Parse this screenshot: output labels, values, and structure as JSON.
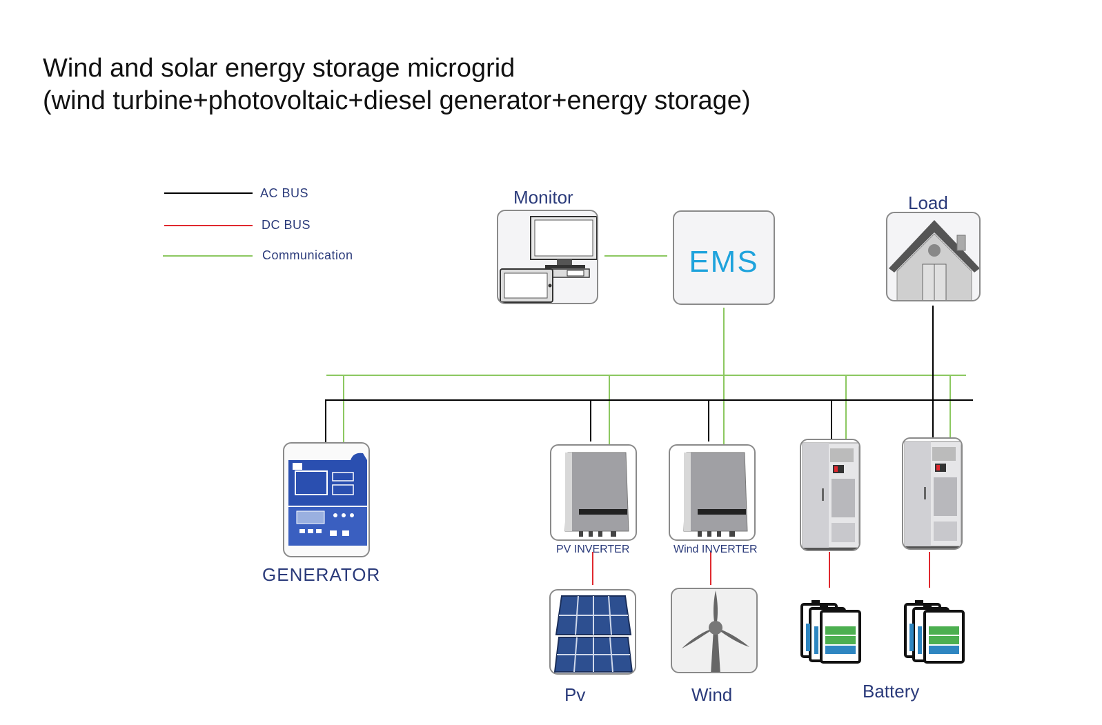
{
  "title": {
    "line1": "Wind and solar energy storage microgrid",
    "line2": "(wind turbine+photovoltaic+diesel generator+energy storage)"
  },
  "legend": {
    "ac_bus": "AC BUS",
    "dc_bus": "DC BUS",
    "communication": "Communication"
  },
  "colors": {
    "ac_bus": "#000000",
    "dc_bus": "#e0282e",
    "communication": "#8cc860",
    "label_text": "#2a3a7a",
    "ems_text": "#1fa3dc"
  },
  "nodes": {
    "monitor": "Monitor",
    "ems": "EMS",
    "load": "Load",
    "generator": "GENERATOR",
    "pv_inverter": "PV INVERTER",
    "wind_inverter": "Wind INVERTER",
    "pv": "Pv",
    "wind": "Wind",
    "battery": "Battery"
  },
  "icons": {
    "monitor": "monitor-tablet-icon",
    "load": "house-icon",
    "generator": "diesel-generator-controller-icon",
    "pv_inverter": "inverter-icon",
    "wind_inverter": "inverter-icon",
    "battery_cabinet": "storage-cabinet-icon",
    "pv": "solar-panel-icon",
    "wind": "wind-turbine-icon",
    "battery": "battery-stack-icon"
  }
}
